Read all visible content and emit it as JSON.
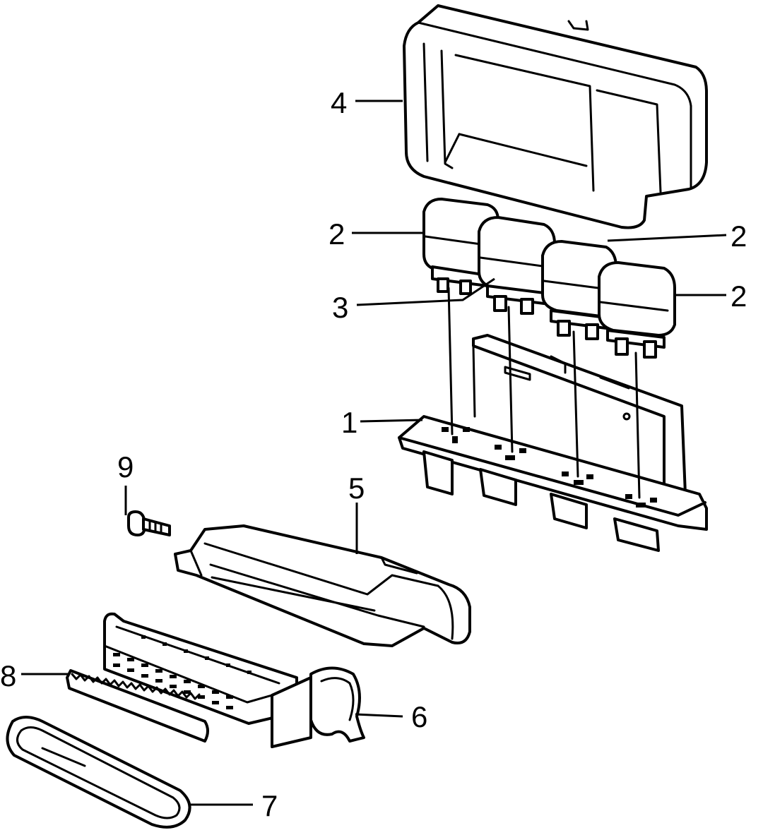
{
  "callouts": {
    "c1": "1",
    "c2a": "2",
    "c2b": "2",
    "c2c": "2",
    "c3": "3",
    "c4": "4",
    "c5": "5",
    "c6": "6",
    "c7": "7",
    "c8": "8",
    "c9": "9"
  }
}
